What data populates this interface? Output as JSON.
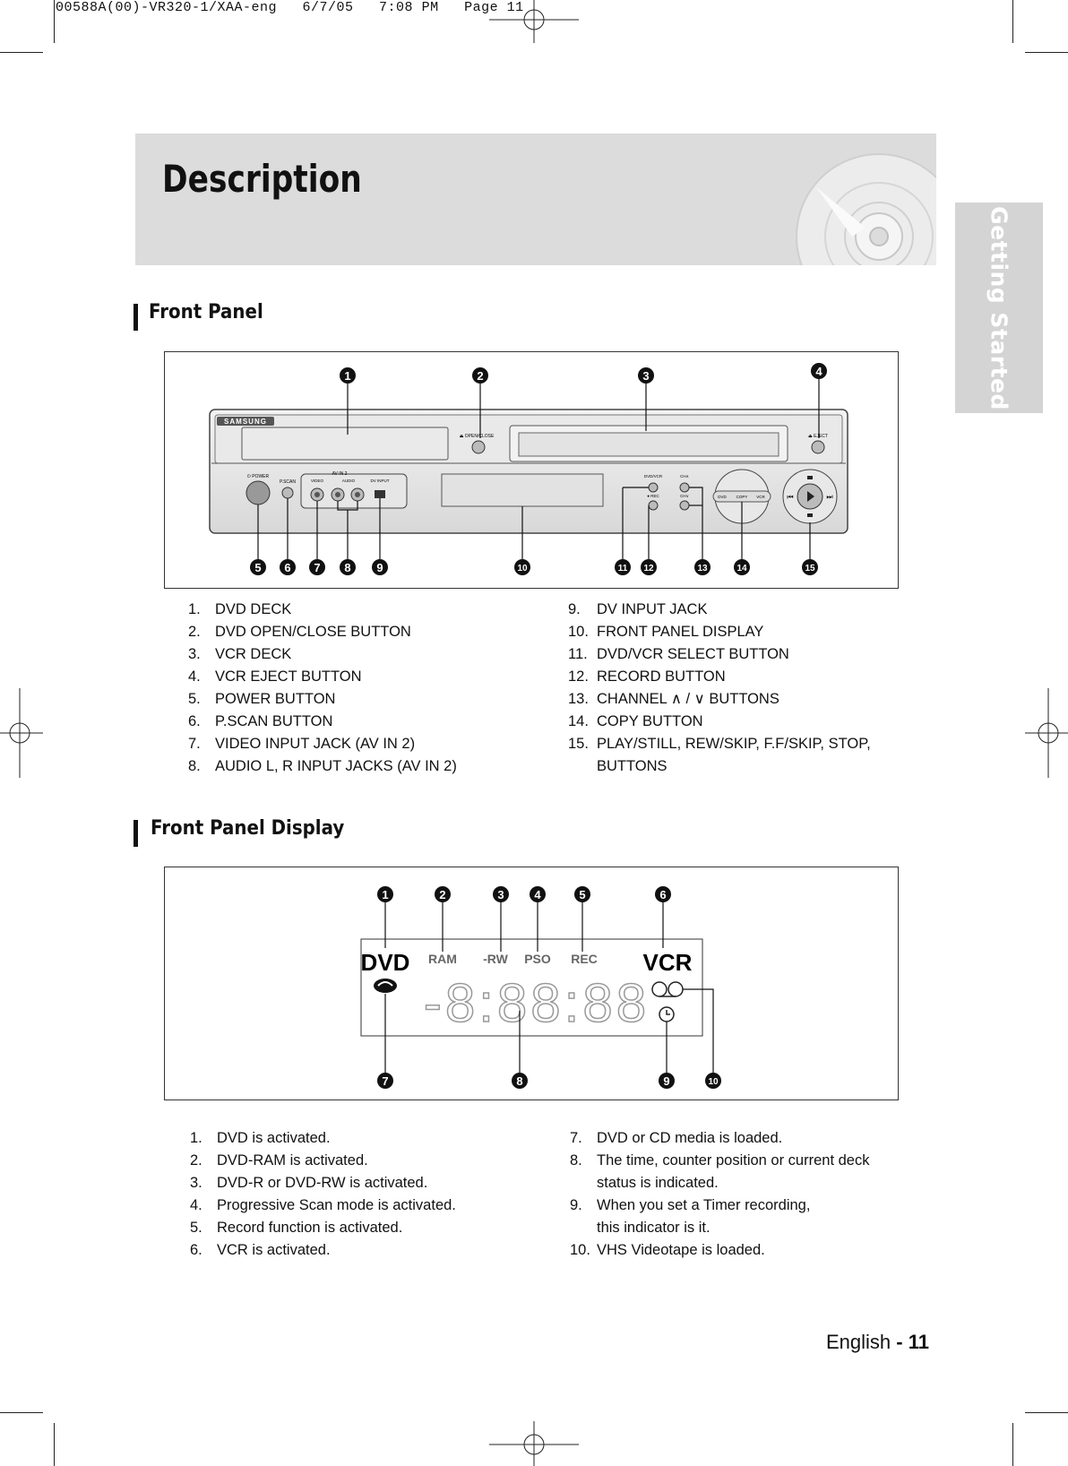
{
  "slug": "00588A(00)-VR320-1/XAA-eng   6/7/05   7:08 PM   Page 11",
  "title": "Description",
  "side_tab": "Getting Started",
  "front_panel": {
    "heading": "Front Panel",
    "device": {
      "brand": "SAMSUNG",
      "labels": {
        "open_close": "⏏ OPEN/CLOSE",
        "eject": "⏏ EJECT",
        "power": "⏻ POWER",
        "pscan": "P.SCAN",
        "av_in2": "AV IN 2",
        "video": "VIDEO",
        "audio": "AUDIO",
        "dv_input": "DV INPUT",
        "dvd_vcr": "DVD/VCR",
        "rec": "● REC",
        "ch_up": "CH∧",
        "ch_down": "CH∨",
        "dvd": "DVD",
        "copy": "COPY",
        "vcr": "VCR"
      }
    },
    "callouts": [
      "1",
      "2",
      "3",
      "4",
      "5",
      "6",
      "7",
      "8",
      "9",
      "10",
      "11",
      "12",
      "13",
      "14",
      "15"
    ],
    "items_left": [
      {
        "n": "1.",
        "t": "DVD DECK"
      },
      {
        "n": "2.",
        "t": "DVD OPEN/CLOSE BUTTON"
      },
      {
        "n": "3.",
        "t": "VCR DECK"
      },
      {
        "n": "4.",
        "t": "VCR EJECT BUTTON"
      },
      {
        "n": "5.",
        "t": "POWER BUTTON"
      },
      {
        "n": "6.",
        "t": "P.SCAN BUTTON"
      },
      {
        "n": "7.",
        "t": "VIDEO INPUT JACK (AV IN 2)"
      },
      {
        "n": "8.",
        "t": "AUDIO L, R INPUT JACKS (AV IN 2)"
      }
    ],
    "items_right": [
      {
        "n": "9.",
        "t": "DV INPUT JACK"
      },
      {
        "n": "10.",
        "t": "FRONT PANEL DISPLAY"
      },
      {
        "n": "11.",
        "t": "DVD/VCR SELECT BUTTON"
      },
      {
        "n": "12.",
        "t": "RECORD BUTTON"
      },
      {
        "n": "13.",
        "t": "CHANNEL  ∧ / ∨  BUTTONS"
      },
      {
        "n": "14.",
        "t": "COPY BUTTON"
      },
      {
        "n": "15.",
        "t": "PLAY/STILL, REW/SKIP, F.F/SKIP, STOP,"
      },
      {
        "n": "",
        "t": "BUTTONS"
      }
    ]
  },
  "front_panel_display": {
    "heading": "Front Panel Display",
    "indicators": {
      "dvd": "DVD",
      "ram": "RAM",
      "rw": "-RW",
      "pso": "PSO",
      "rec": "REC",
      "vcr": "VCR",
      "segments": "-8:88:88"
    },
    "callouts": [
      "1",
      "2",
      "3",
      "4",
      "5",
      "6",
      "7",
      "8",
      "9",
      "10"
    ],
    "items_left": [
      {
        "n": "1.",
        "t": "DVD is activated."
      },
      {
        "n": "2.",
        "t": "DVD-RAM is activated."
      },
      {
        "n": "3.",
        "t": "DVD-R or DVD-RW is activated."
      },
      {
        "n": "4.",
        "t": "Progressive Scan mode is activated."
      },
      {
        "n": "5.",
        "t": "Record function is activated."
      },
      {
        "n": "6.",
        "t": "VCR is activated."
      }
    ],
    "items_right": [
      {
        "n": "7.",
        "t": "DVD or CD media is loaded."
      },
      {
        "n": "8.",
        "t": "The time, counter position or current deck"
      },
      {
        "n": "",
        "t": "status is indicated."
      },
      {
        "n": "9.",
        "t": "When you set a Timer recording,"
      },
      {
        "n": "",
        "t": "this indicator is it."
      },
      {
        "n": "10.",
        "t": "VHS Videotape is loaded."
      }
    ]
  },
  "footer": {
    "language": "English",
    "separator": " - ",
    "page": "11"
  }
}
